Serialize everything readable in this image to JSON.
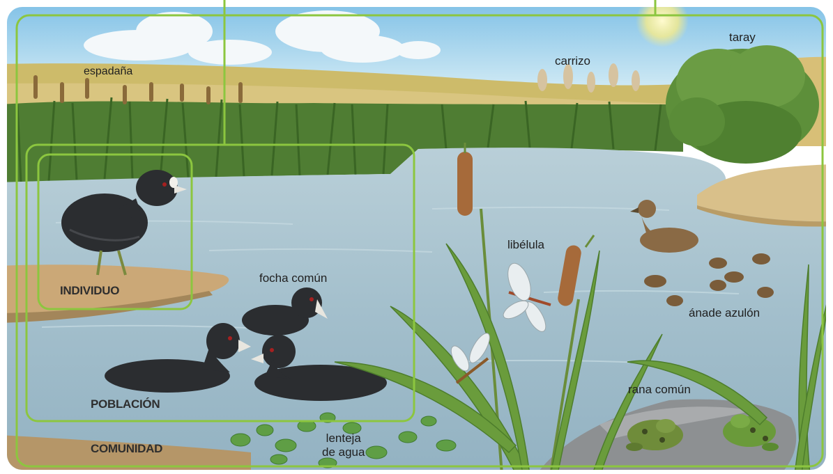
{
  "levels": {
    "individuo": "INDIVIDUO",
    "poblacion": "POBLACIÓN",
    "comunidad": "COMUNIDAD"
  },
  "species": {
    "espadana": "espadaña",
    "carrizo": "carrizo",
    "taray": "taray",
    "libelula": "libélula",
    "focha_comun": "focha común",
    "anade_azulon": "ánade azulón",
    "rana_comun": "rana común",
    "lenteja_de_agua": [
      "lenteja",
      "de agua"
    ]
  },
  "colors": {
    "frame": "#8cc63f",
    "sky": "#bfe0f0",
    "water": "#9fbfcf",
    "reeds": "#4f7d33",
    "coot": "#2b2d30",
    "field": "#d8c27a"
  }
}
